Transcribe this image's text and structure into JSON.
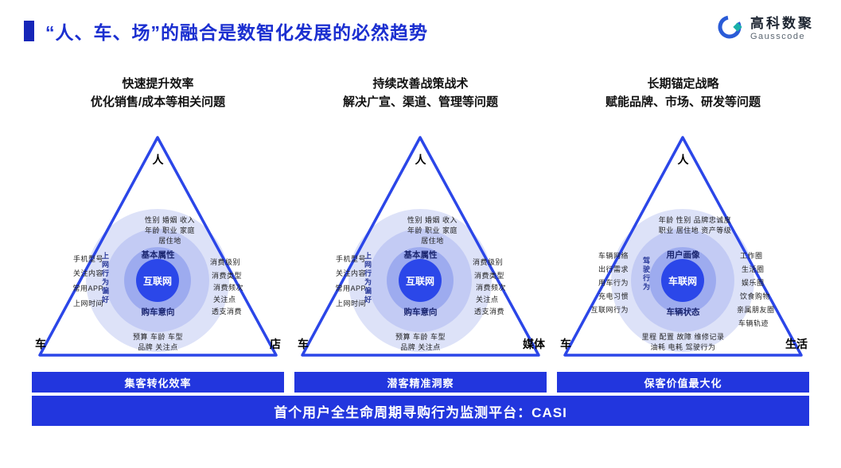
{
  "title": "“人、车、场”的融合是数智化发展的必然趋势",
  "logo": {
    "name": "高科数聚",
    "subtitle": "Gausscode"
  },
  "colors": {
    "accent_blue": "#2b46e8",
    "bar_blue": "#2236de",
    "title_blue": "#1b2fd0",
    "logo_teal": "#1ab0aa"
  },
  "footer": {
    "text": "首个用户全生命周期寻购行为监测平台：CASI"
  },
  "panels": [
    {
      "header_line1": "快速提升效率",
      "header_line2": "优化销售/成本等相关问题",
      "vertex_top": "人",
      "vertex_left": "车",
      "vertex_right": "店",
      "center": "互联网",
      "ring_top": "基本属性",
      "ring_bottom": "购车意向",
      "vertical_label": "上网行为偏好",
      "top_labels": [
        "性别 婚姻 收入",
        "年龄 职业 家庭",
        "居住地"
      ],
      "left_labels": [
        "手机型号",
        "关注内容",
        "常用APP",
        "上网时间"
      ],
      "right_labels": [
        "消费级别",
        "消费类型",
        "消费频次",
        "关注点",
        "透支消费"
      ],
      "bottom_labels": [
        "预算 车龄 车型",
        "品牌 关注点"
      ],
      "bar": "集客转化效率"
    },
    {
      "header_line1": "持续改善战策战术",
      "header_line2": "解决广宣、渠道、管理等问题",
      "vertex_top": "人",
      "vertex_left": "车",
      "vertex_right": "媒体",
      "center": "互联网",
      "ring_top": "基本属性",
      "ring_bottom": "购车意向",
      "vertical_label": "上网行为偏好",
      "top_labels": [
        "性别 婚姻 收入",
        "年龄 职业 家庭",
        "居住地"
      ],
      "left_labels": [
        "手机型号",
        "关注内容",
        "常用APP",
        "上网时间"
      ],
      "right_labels": [
        "消费级别",
        "消费类型",
        "消费频次",
        "关注点",
        "透支消费"
      ],
      "bottom_labels": [
        "预算 车龄 车型",
        "品牌 关注点"
      ],
      "bar": "潜客精准洞察"
    },
    {
      "header_line1": "长期锚定战略",
      "header_line2": "赋能品牌、市场、研发等问题",
      "vertex_top": "人",
      "vertex_left": "车",
      "vertex_right": "生活",
      "center": "车联网",
      "ring_top": "用户画像",
      "ring_bottom": "车辆状态",
      "vertical_label": "驾驶行为",
      "top_labels": [
        "年龄 性别 品牌忠诚度",
        "职业 居住地 资产等级"
      ],
      "left_labels": [
        "车辆网络",
        "出行需求",
        "用车行为",
        "充电习惯",
        "互联网行为"
      ],
      "right_labels": [
        "工作圈",
        "生活圈",
        "娱乐圈",
        "饮食购物",
        "亲属朋友圈",
        "车辆轨迹"
      ],
      "bottom_labels": [
        "里程 配置 故障 维修记录",
        "油耗 电耗 驾驶行为"
      ],
      "bar": "保客价值最大化"
    }
  ]
}
